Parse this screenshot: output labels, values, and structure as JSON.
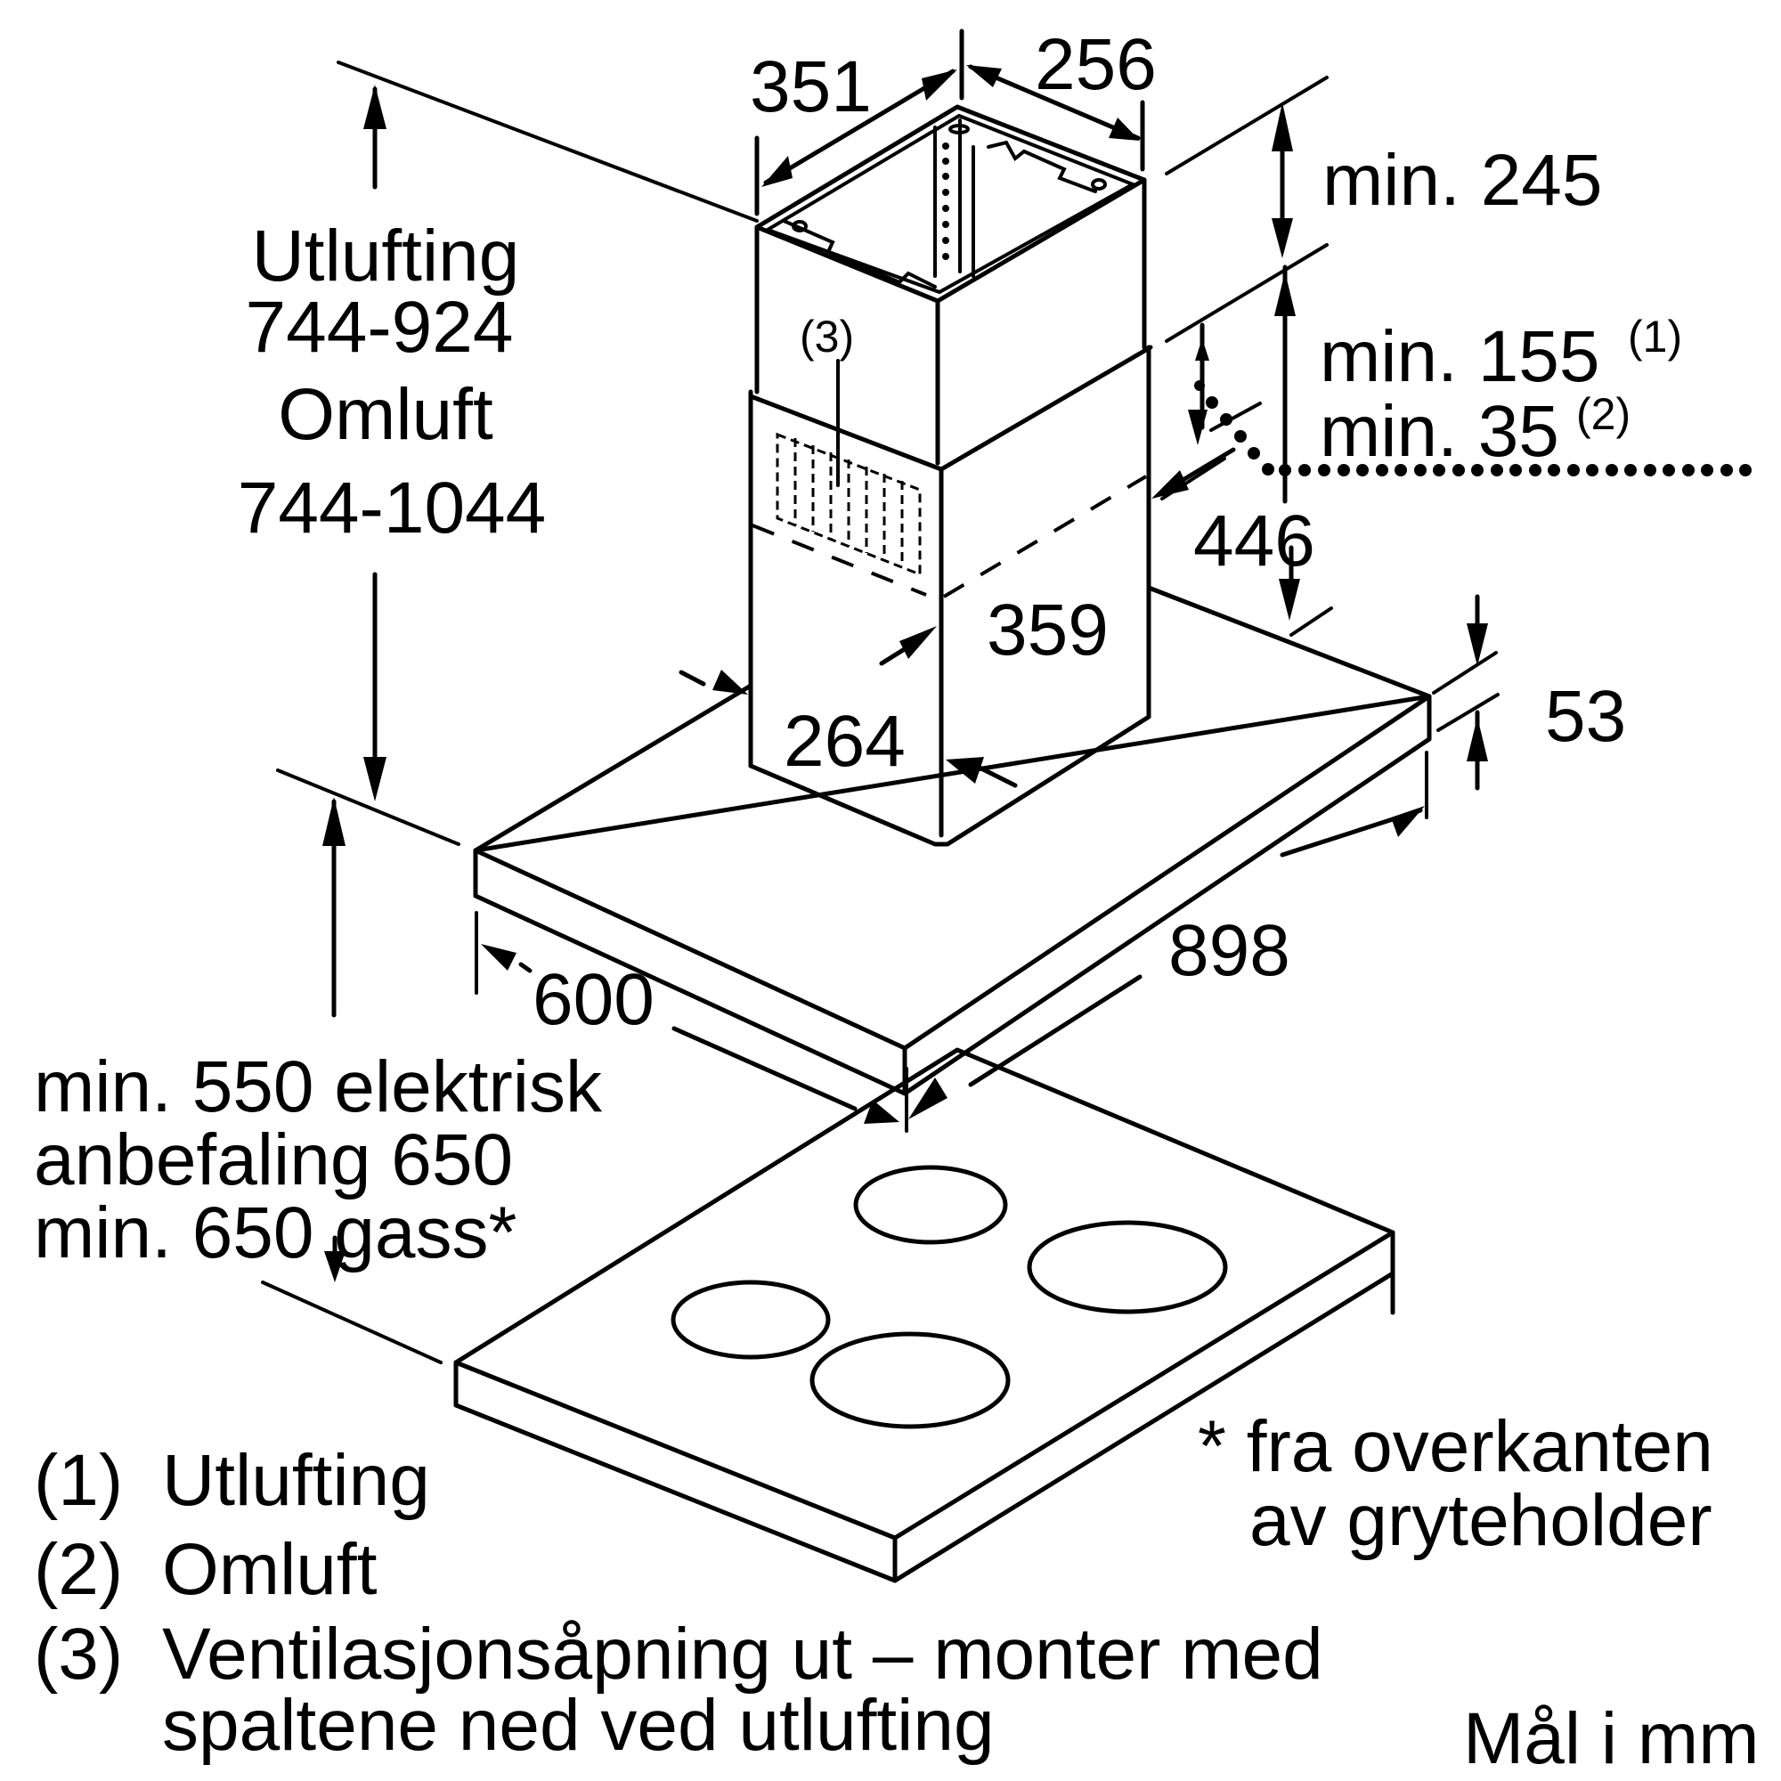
{
  "diagram": {
    "title": "Cooker hood installation dimensions",
    "unit_note": "Mål i mm",
    "accent_color": "#000000",
    "background_color": "#ffffff"
  },
  "dimensions": {
    "chimney_width": "351",
    "chimney_depth": "256",
    "min_top_clearance": "min. 245",
    "min_155": "min. 155",
    "min_155_ref": "(1)",
    "min_35": "min. 35",
    "min_35_ref": "(2)",
    "lower_chimney_height": "446",
    "lower_chimney_width": "359",
    "lower_chimney_depth": "264",
    "canopy_height": "53",
    "canopy_width": "898",
    "canopy_depth": "600",
    "vent_marker": "(3)"
  },
  "height_range": {
    "line1": "Utlufting",
    "line2": "744-924",
    "line3": "Omluft",
    "line4": "744-1044"
  },
  "hob_distance": {
    "line1": "min. 550 elektrisk",
    "line2": "anbefaling 650",
    "line3": "min. 650 gass*"
  },
  "footnote": {
    "line1": "* fra overkanten",
    "line2": "av gryteholder"
  },
  "legend": {
    "items": [
      {
        "num": "(1)",
        "label": "Utlufting"
      },
      {
        "num": "(2)",
        "label": "Omluft"
      },
      {
        "num": "(3)",
        "label": "Ventilasjonsåpning ut – monter med",
        "label2": "spaltene ned ved utlufting"
      }
    ]
  }
}
